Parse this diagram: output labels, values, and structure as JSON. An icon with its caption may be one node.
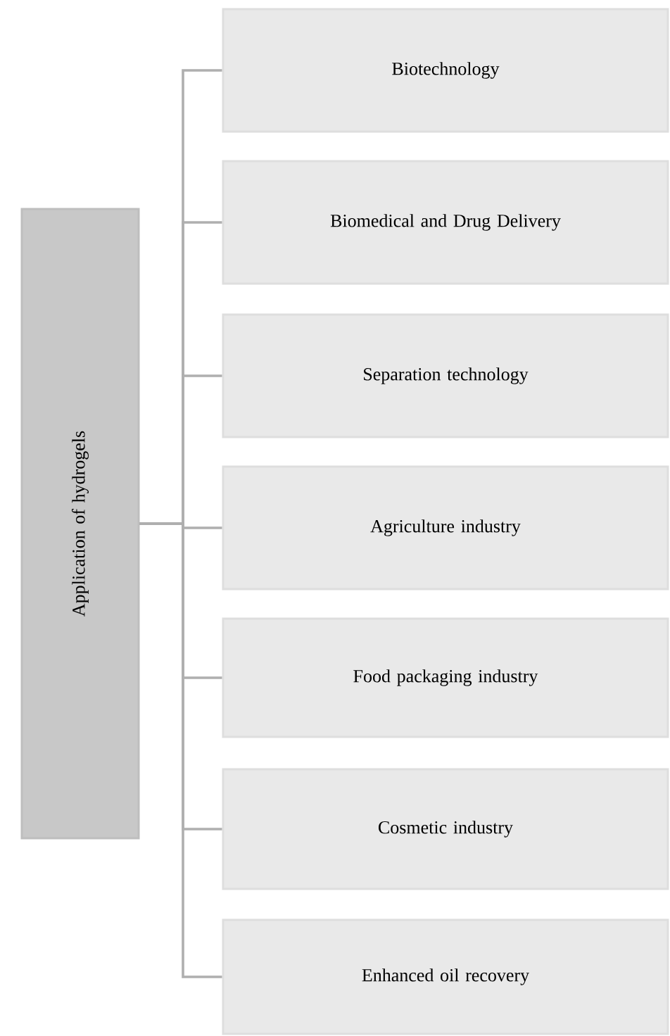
{
  "diagram": {
    "nodes": [
      {
        "text": [
          "Application of hydrogels"
        ]
      },
      {
        "text": [
          "Biotechnology"
        ]
      },
      {
        "text": [
          "Biomedical and Drug Delivery"
        ]
      },
      {
        "text": [
          "Separation technology"
        ]
      },
      {
        "text": [
          "Agriculture industry"
        ]
      },
      {
        "text": [
          "Food packaging industry"
        ]
      },
      {
        "text": [
          "Cosmetic industry"
        ]
      },
      {
        "text": [
          "Enhanced oil recovery"
        ]
      }
    ],
    "edges": [
      {
        "from": 0,
        "to": 1,
        "arrow": "none"
      },
      {
        "from": 0,
        "to": 2,
        "arrow": "none"
      },
      {
        "from": 0,
        "to": 3,
        "arrow": "none"
      },
      {
        "from": 0,
        "to": 4,
        "arrow": "none"
      },
      {
        "from": 0,
        "to": 5,
        "arrow": "none"
      },
      {
        "from": 0,
        "to": 6,
        "arrow": "none"
      },
      {
        "from": 0,
        "to": 7,
        "arrow": "none"
      }
    ]
  }
}
